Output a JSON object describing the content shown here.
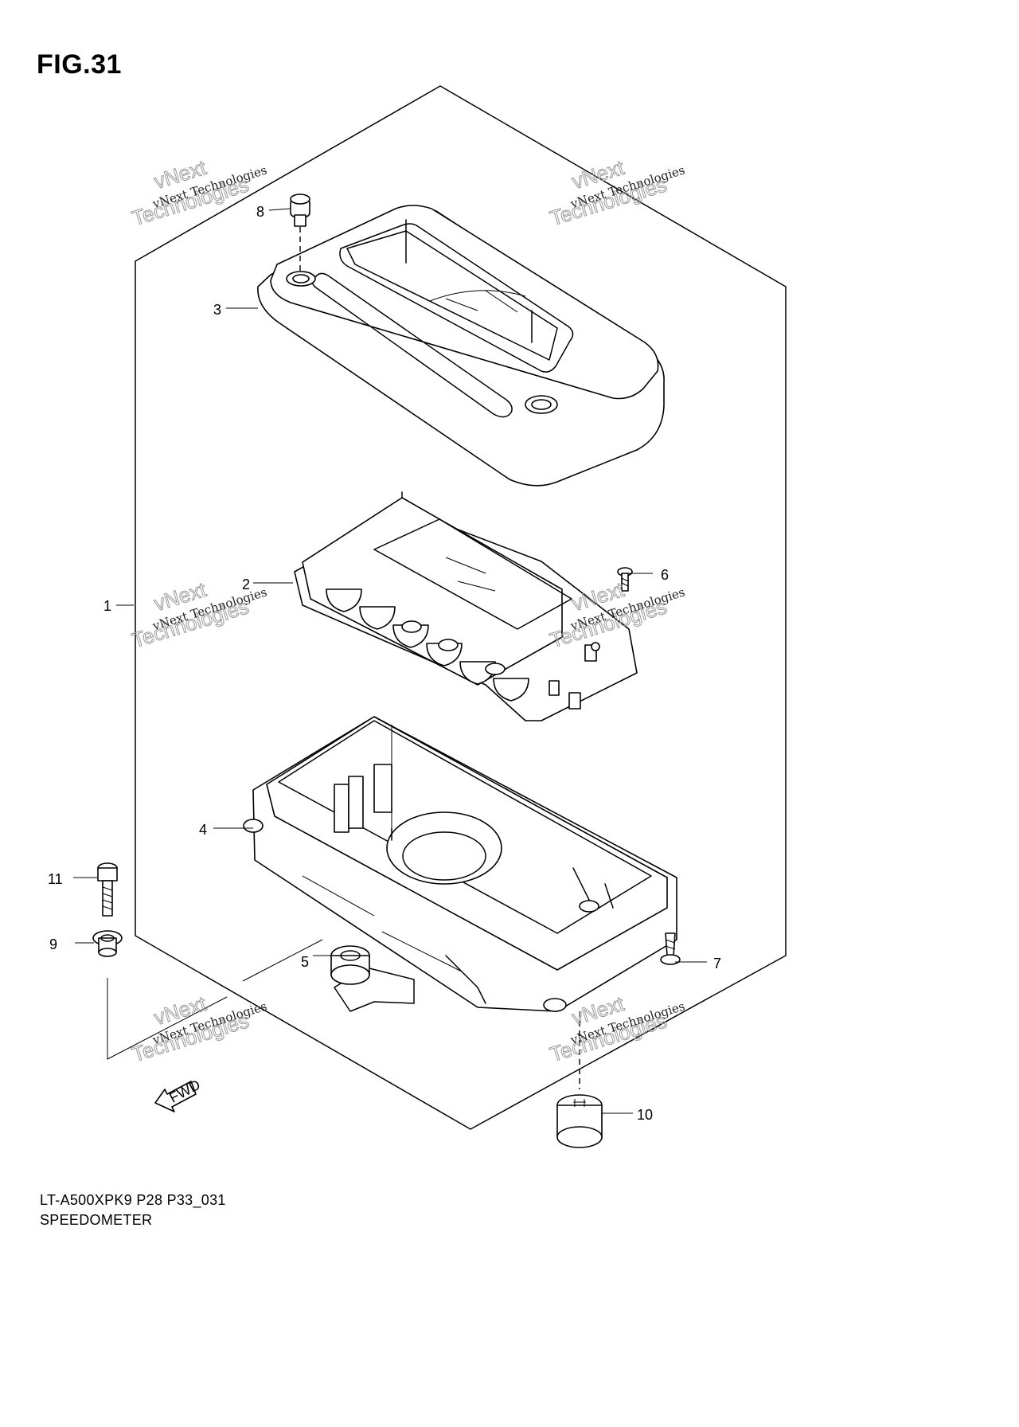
{
  "figure": {
    "title": "FIG.31"
  },
  "caption": {
    "code": "LT-A500XPK9 P28 P33_031",
    "name": "SPEEDOMETER"
  },
  "callouts": [
    "1",
    "2",
    "3",
    "4",
    "5",
    "6",
    "7",
    "8",
    "9",
    "10",
    "11"
  ],
  "watermark": {
    "small": "vNext Technologies",
    "big_line1": "vNext",
    "big_line2": "Technologies"
  },
  "fwd_label": "FWD",
  "icons": [
    "fwd-arrow-icon"
  ]
}
